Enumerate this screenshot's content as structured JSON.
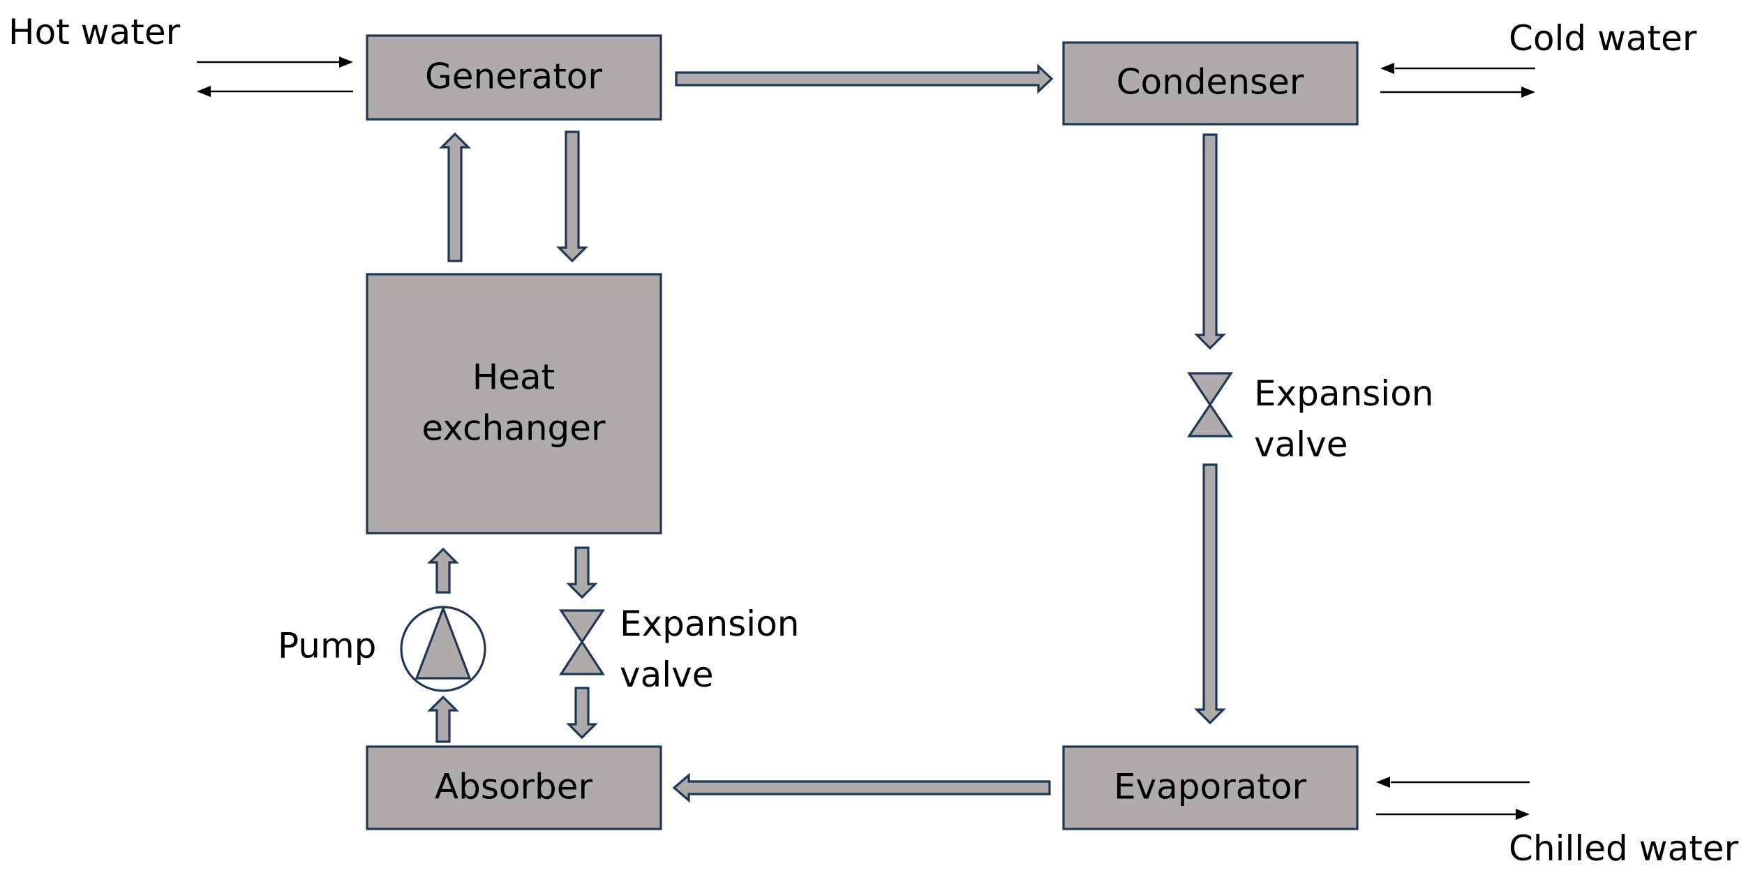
{
  "components": {
    "generator": "Generator",
    "condenser": "Condenser",
    "heat_exchanger": [
      "Heat",
      "exchanger"
    ],
    "absorber": "Absorber",
    "evaporator": "Evaporator",
    "pump": "Pump",
    "expansion_valve_left": [
      "Expansion",
      "valve"
    ],
    "expansion_valve_right": [
      "Expansion",
      "valve"
    ]
  },
  "streams": {
    "hot_water": "Hot water",
    "cold_water": "Cold water",
    "chilled_water": "Chilled water"
  },
  "colors": {
    "component_fill": "#afabab",
    "outline": "#1f3756",
    "water_arrows": "#000000",
    "background": "#ffffff"
  }
}
